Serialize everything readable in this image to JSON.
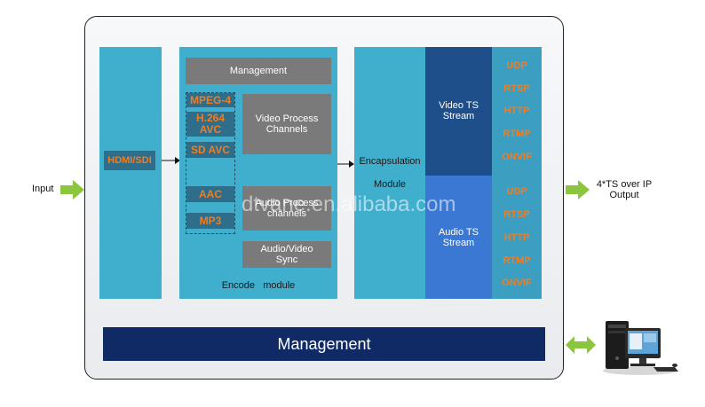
{
  "external": {
    "input_label": "Input",
    "output_label_line1": "4*TS over IP",
    "output_label_line2": "Output"
  },
  "hdmi": {
    "label": "HDMI/SDI"
  },
  "encode": {
    "management_label": "Management",
    "codecs": [
      "MPEG-4",
      "H.264\nAVC",
      "SD AVC",
      "AAC",
      "MP3"
    ],
    "video_process": "Video Process\nChannels",
    "audio_process": "Audio Process\nchannels",
    "av_sync": "Audio/Video\nSync",
    "module_label": "Encode   module"
  },
  "encapsulation": {
    "line1": "Encapsulation",
    "line2": "Module"
  },
  "streams": {
    "video": "Video TS\nStream",
    "audio": "Audio TS\nStream",
    "video_protocols": [
      "UDP",
      "RTSP",
      "HTTP",
      "RTMP",
      "ONVIF"
    ],
    "audio_protocols": [
      "UDP",
      "RTSP",
      "HTTP",
      "RTMP",
      "ONVIF"
    ]
  },
  "bottom_management": {
    "label": "Management"
  },
  "watermark": "dtvane.en.alibaba.com",
  "colors": {
    "teal": "#40aecd",
    "video_stream": "#1e4f8a",
    "audio_stream": "#3a78d4",
    "protocol_bg": "#3c9fc1",
    "protocol_text": "#f07d22",
    "management_bar": "#102a66",
    "arrow_green": "#8cc63f"
  }
}
